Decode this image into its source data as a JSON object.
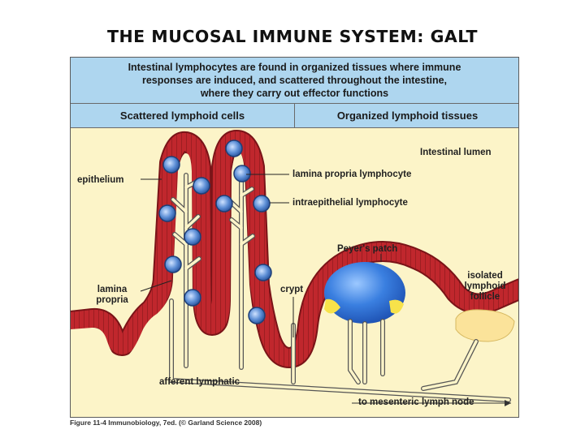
{
  "title": "THE MUCOSAL IMMUNE SYSTEM: GALT",
  "header": {
    "line1": "Intestinal lymphocytes are found in organized tissues where immune",
    "line2": "responses are induced, and scattered throughout the intestine,",
    "line3": "where they carry out effector functions"
  },
  "columns": {
    "left": "Scattered lymphoid cells",
    "right": "Organized lymphoid tissues"
  },
  "labels": {
    "intestinal_lumen": "Intestinal lumen",
    "epithelium": "epithelium",
    "lamina_propria_lymphocyte": "lamina propria lymphocyte",
    "intraepithelial_lymphocyte": "intraepithelial lymphocyte",
    "peyers_patch": "Peyer's patch",
    "isolated_follicle_1": "isolated",
    "isolated_follicle_2": "lymphoid",
    "isolated_follicle_3": "follicle",
    "lamina_propria_1": "lamina",
    "lamina_propria_2": "propria",
    "crypt": "crypt",
    "afferent_lymphatic": "afferent lymphatic",
    "mesenteric": "to mesenteric lymph node"
  },
  "caption": "Figure 11-4  Immunobiology, 7ed. (© Garland Science 2008)",
  "colors": {
    "epithelium": "#c0272d",
    "lamina_propria": "#fcf4c8",
    "lymphocyte": "#6f9fd8",
    "header": "#aed6ef",
    "peyers_patch_dome": "#3a7fe0",
    "follicle": "#fbe39a"
  }
}
